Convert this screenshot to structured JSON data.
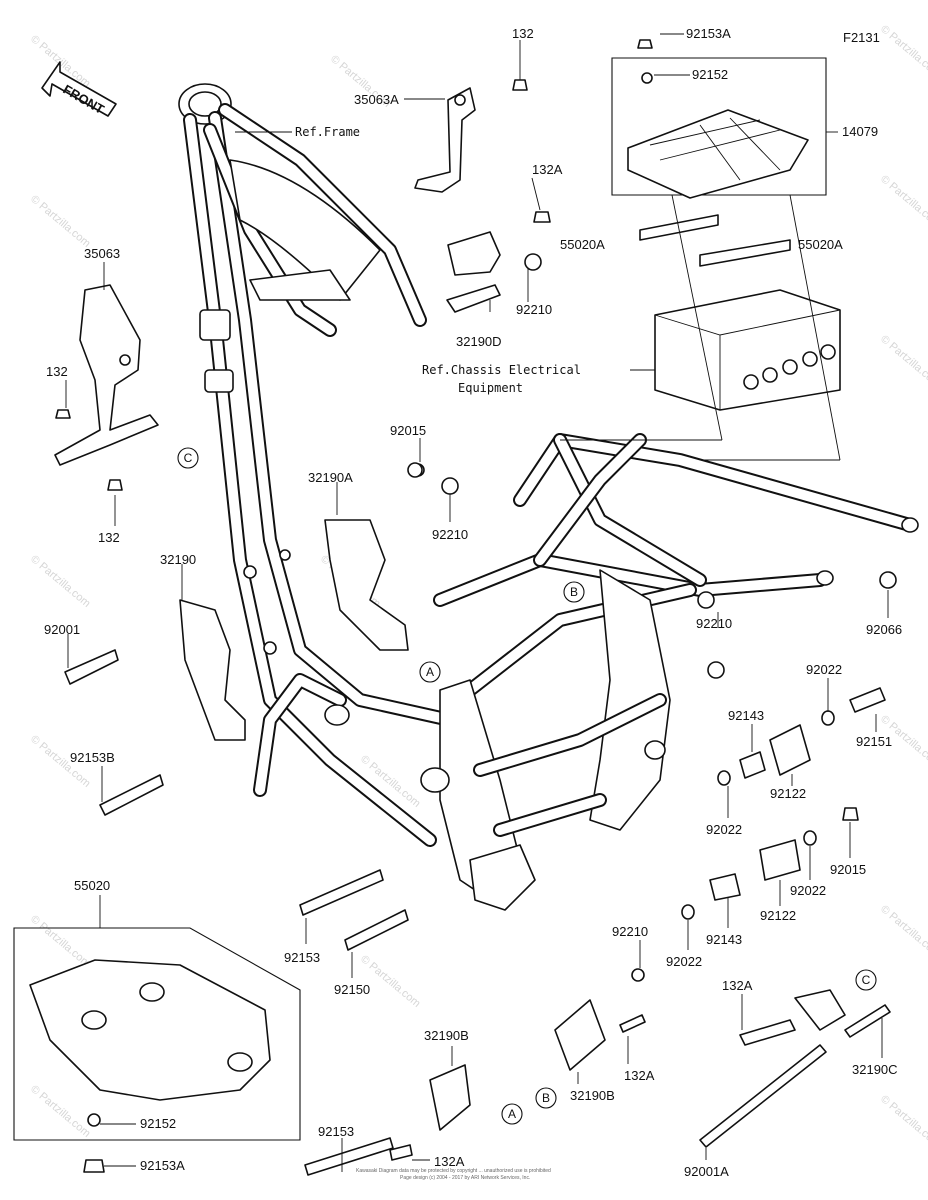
{
  "diagram": {
    "code": "F2131",
    "front_label": "FRONT",
    "ref_frame": "Ref.Frame",
    "ref_chassis_line1": "Ref.Chassis Electrical",
    "ref_chassis_line2": "Equipment",
    "watermark": "© Partzilla.com",
    "footer_line1": "Kawasaki Diagram data may be protected by copyright ... unauthorized use is prohibited",
    "footer_line2": "Page design (c) 2004 - 2017 by ARI Network Services, Inc.",
    "callouts": {
      "A": "A",
      "B": "B",
      "C": "C"
    },
    "parts": [
      {
        "id": "p_132_top",
        "label": "132"
      },
      {
        "id": "p_35063A",
        "label": "35063A"
      },
      {
        "id": "p_132A_top",
        "label": "132A"
      },
      {
        "id": "p_35063",
        "label": "35063"
      },
      {
        "id": "p_132_l1",
        "label": "132"
      },
      {
        "id": "p_132_l2",
        "label": "132"
      },
      {
        "id": "p_32190D",
        "label": "32190D"
      },
      {
        "id": "p_92210_a",
        "label": "92210"
      },
      {
        "id": "p_92153A_top",
        "label": "92153A"
      },
      {
        "id": "p_92152_top",
        "label": "92152"
      },
      {
        "id": "p_14079",
        "label": "14079"
      },
      {
        "id": "p_55020A_l",
        "label": "55020A"
      },
      {
        "id": "p_55020A_r",
        "label": "55020A"
      },
      {
        "id": "p_92015_a",
        "label": "92015"
      },
      {
        "id": "p_32190A",
        "label": "32190A"
      },
      {
        "id": "p_92210_b",
        "label": "92210"
      },
      {
        "id": "p_32190",
        "label": "32190"
      },
      {
        "id": "p_92001",
        "label": "92001"
      },
      {
        "id": "p_92153B",
        "label": "92153B"
      },
      {
        "id": "p_92066",
        "label": "92066"
      },
      {
        "id": "p_92210_c",
        "label": "92210"
      },
      {
        "id": "p_92022_a",
        "label": "92022"
      },
      {
        "id": "p_92143_a",
        "label": "92143"
      },
      {
        "id": "p_92151",
        "label": "92151"
      },
      {
        "id": "p_92122_a",
        "label": "92122"
      },
      {
        "id": "p_92022_b",
        "label": "92022"
      },
      {
        "id": "p_92015_b",
        "label": "92015"
      },
      {
        "id": "p_92022_c",
        "label": "92022"
      },
      {
        "id": "p_92122_b",
        "label": "92122"
      },
      {
        "id": "p_92143_b",
        "label": "92143"
      },
      {
        "id": "p_92022_d",
        "label": "92022"
      },
      {
        "id": "p_55020",
        "label": "55020"
      },
      {
        "id": "p_92153_a",
        "label": "92153"
      },
      {
        "id": "p_92150",
        "label": "92150"
      },
      {
        "id": "p_92210_d",
        "label": "92210"
      },
      {
        "id": "p_132A_b",
        "label": "132A"
      },
      {
        "id": "p_32190C",
        "label": "32190C"
      },
      {
        "id": "p_32190B_l",
        "label": "32190B"
      },
      {
        "id": "p_132A_c",
        "label": "132A"
      },
      {
        "id": "p_32190B_r",
        "label": "32190B"
      },
      {
        "id": "p_92152_b",
        "label": "92152"
      },
      {
        "id": "p_92153_b",
        "label": "92153"
      },
      {
        "id": "p_132A_d",
        "label": "132A"
      },
      {
        "id": "p_92153A_b",
        "label": "92153A"
      },
      {
        "id": "p_92001A",
        "label": "92001A"
      }
    ]
  }
}
